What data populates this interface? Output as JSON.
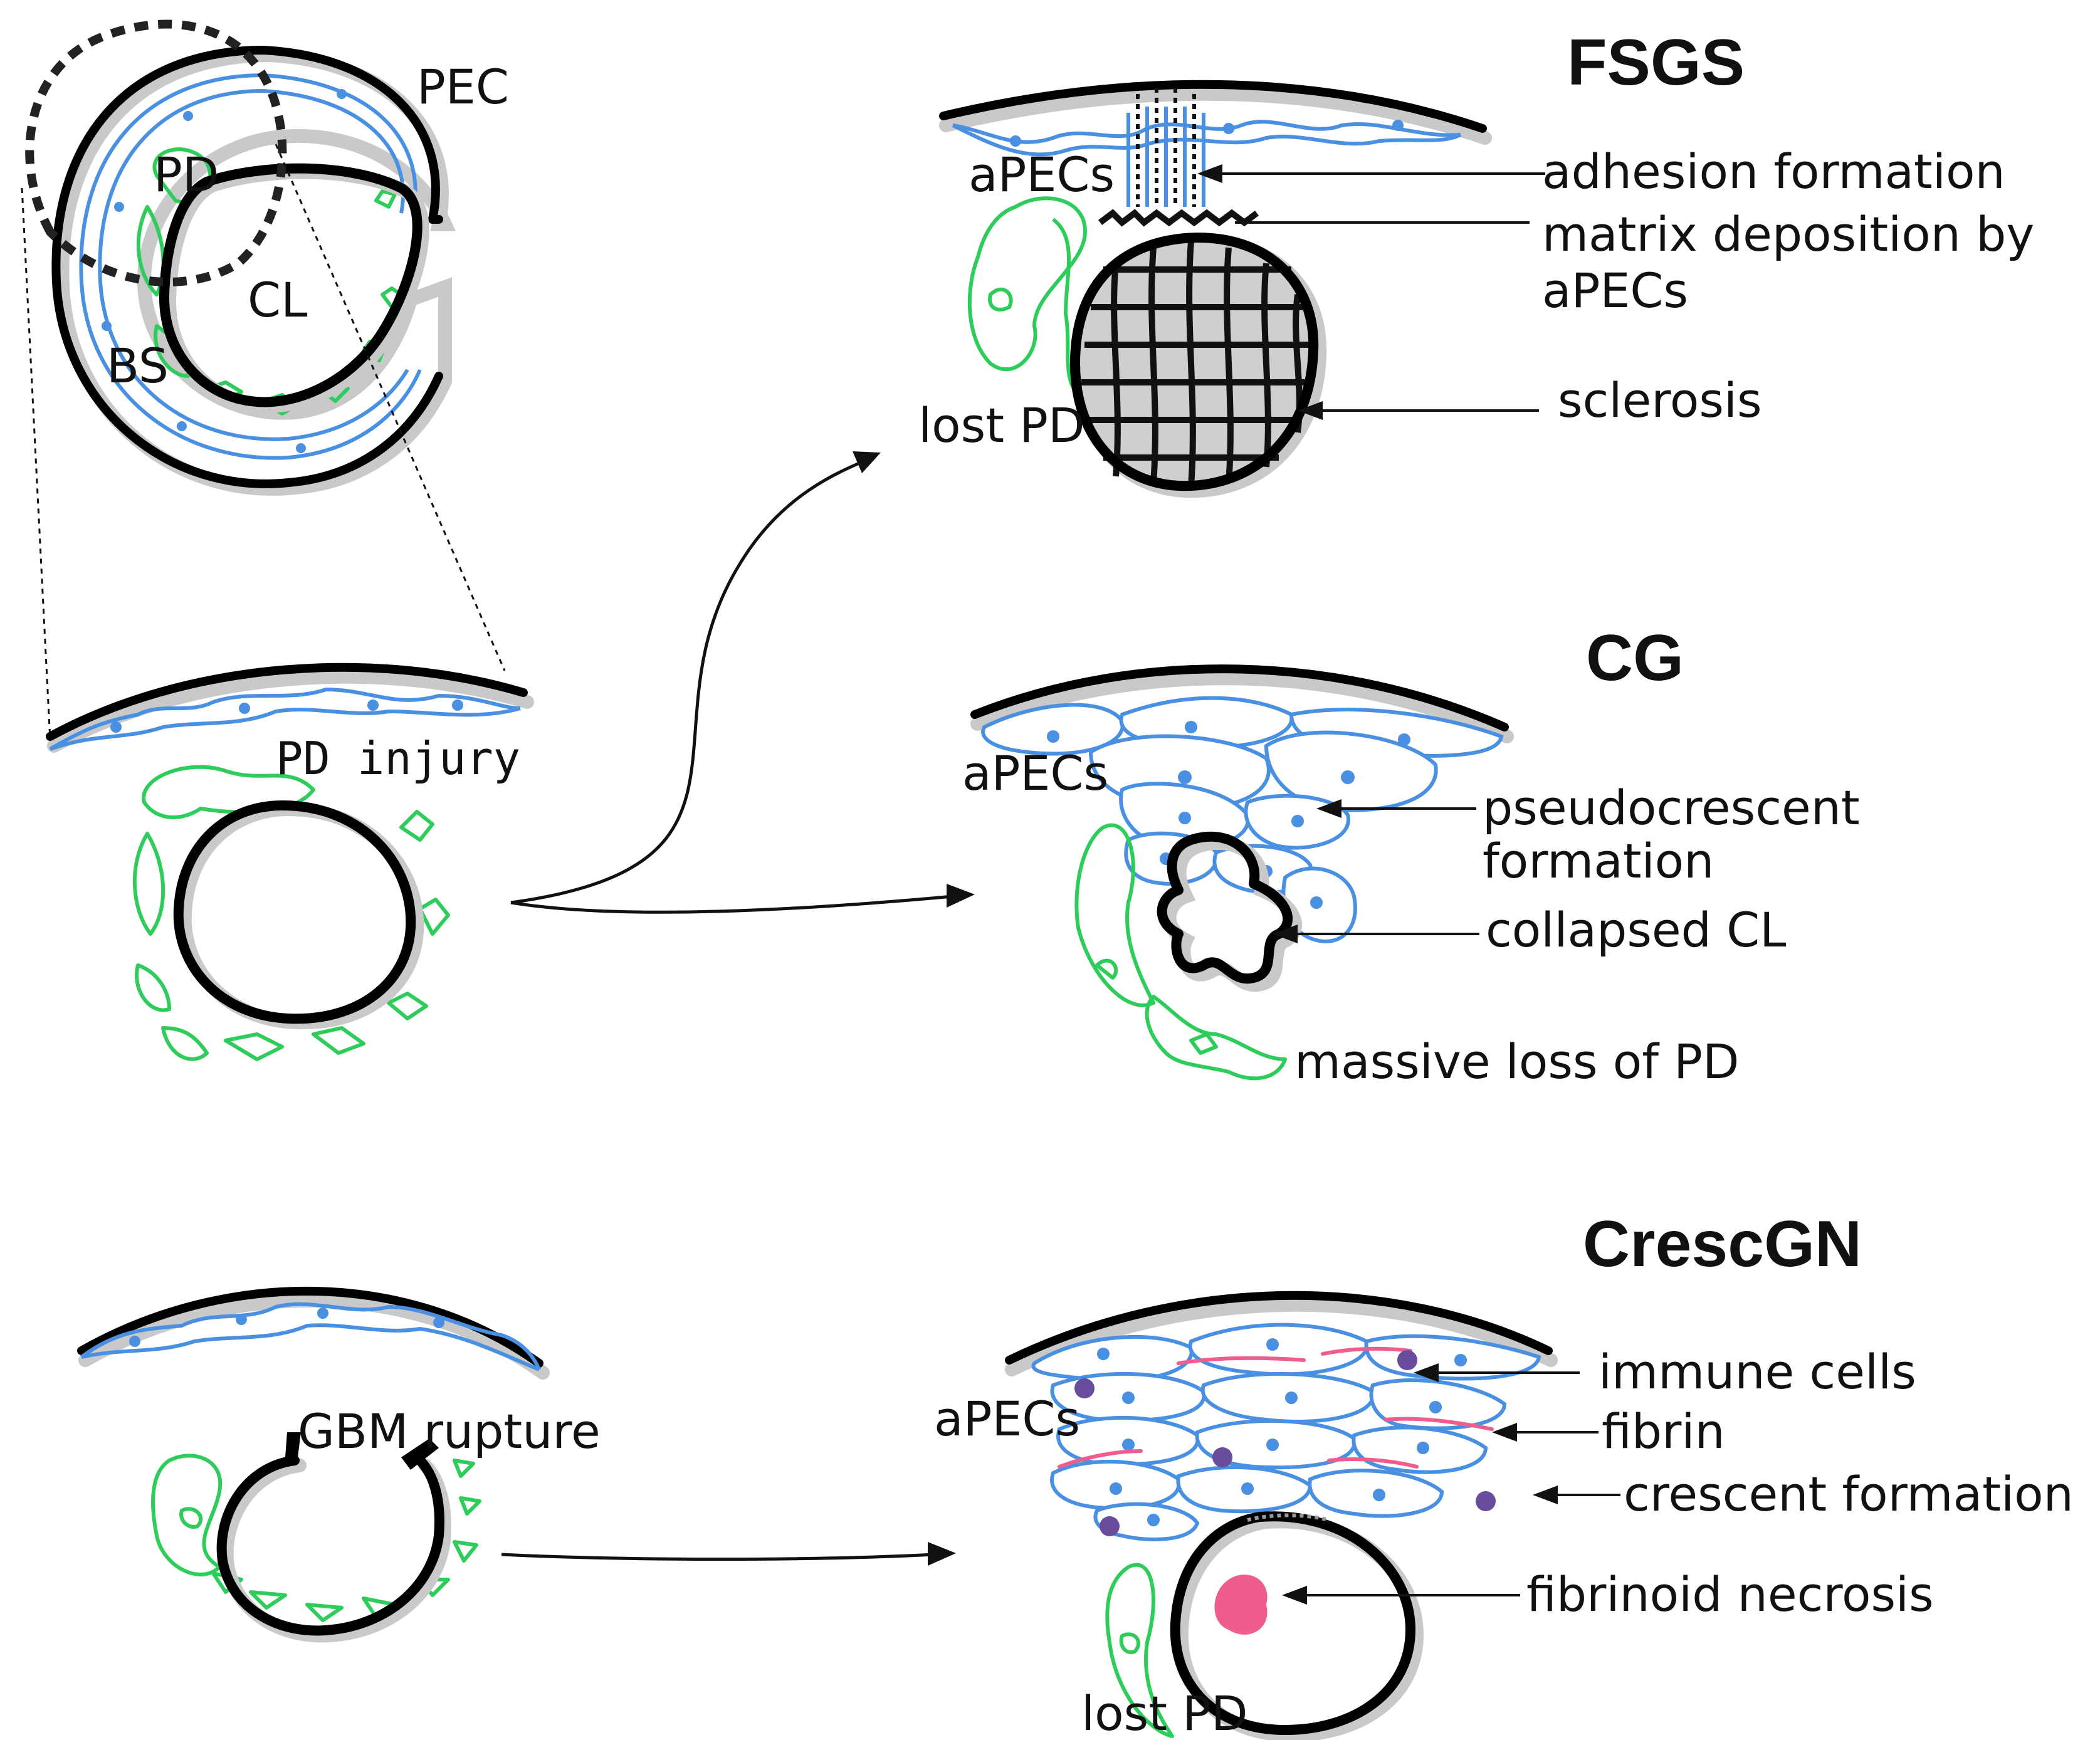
{
  "labels": {
    "pec": "PEC",
    "pd": "PD",
    "cl": "CL",
    "bs": "BS",
    "pd_injury": "PD injury",
    "gbm_rupture": "GBM rupture"
  },
  "fsgs": {
    "title": "FSGS",
    "apecs": "aPECs",
    "lost_pd": "lost PD",
    "adhesion": "adhesion formation",
    "matrix_1": "matrix deposition by",
    "matrix_2": "aPECs",
    "sclerosis": "sclerosis"
  },
  "cg": {
    "title": "CG",
    "apecs": "aPECs",
    "pseudo_1": "pseudocrescent",
    "pseudo_2": "formation",
    "collapsed": "collapsed CL",
    "massive": "massive loss of PD"
  },
  "crescgn": {
    "title": "CrescGN",
    "apecs": "aPECs",
    "lost_pd": "lost PD",
    "immune": "immune cells",
    "fibrin": "fibrin",
    "crescent": "crescent formation",
    "necrosis": "fibrinoid necrosis"
  },
  "colors": {
    "pec_blue": "#4a90e2",
    "podocyte_green": "#2ecc5a",
    "fibrin_pink": "#ef5d8f",
    "immune_purple": "#6a4c9c"
  }
}
